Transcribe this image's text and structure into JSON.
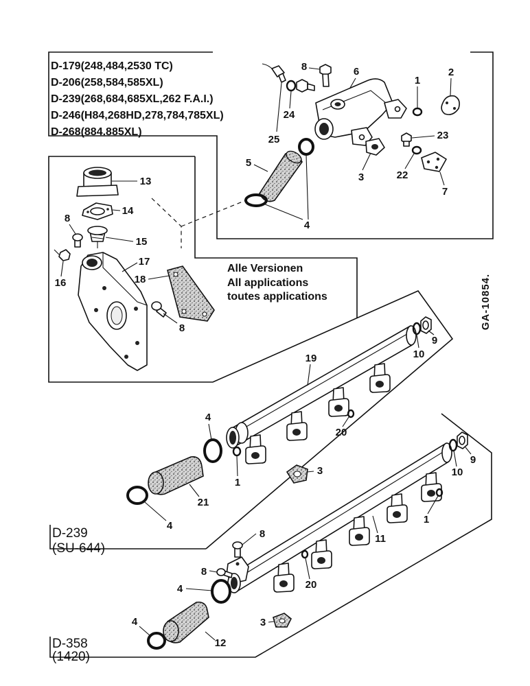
{
  "drawing_number": "GA-10854.",
  "header_models": [
    "D-179(248,484,2530 TC)",
    "D-206(258,584,585XL)",
    "D-239(268,684,685XL,262 F.A.I.)",
    "D-246(H84,268HD,278,784,785XL)",
    "D-268(884.885XL)"
  ],
  "applications_note": [
    "Alle Versionen",
    "All applications",
    "toutes applications"
  ],
  "groups": [
    {
      "model": "D-239",
      "variant": "(SU-644)"
    },
    {
      "model": "D-358",
      "variant": "(1420)"
    }
  ],
  "callouts": {
    "top": [
      "8",
      "6",
      "1",
      "2",
      "24",
      "25",
      "23",
      "5",
      "3",
      "22",
      "7",
      "4"
    ],
    "left": [
      "13",
      "14",
      "8",
      "15",
      "17",
      "16",
      "18",
      "8"
    ],
    "middle": [
      "19",
      "9",
      "10",
      "4",
      "20",
      "1",
      "3",
      "21",
      "4"
    ],
    "lower": [
      "9",
      "10",
      "1",
      "11",
      "8",
      "8",
      "20",
      "4",
      "3",
      "4",
      "12"
    ]
  }
}
